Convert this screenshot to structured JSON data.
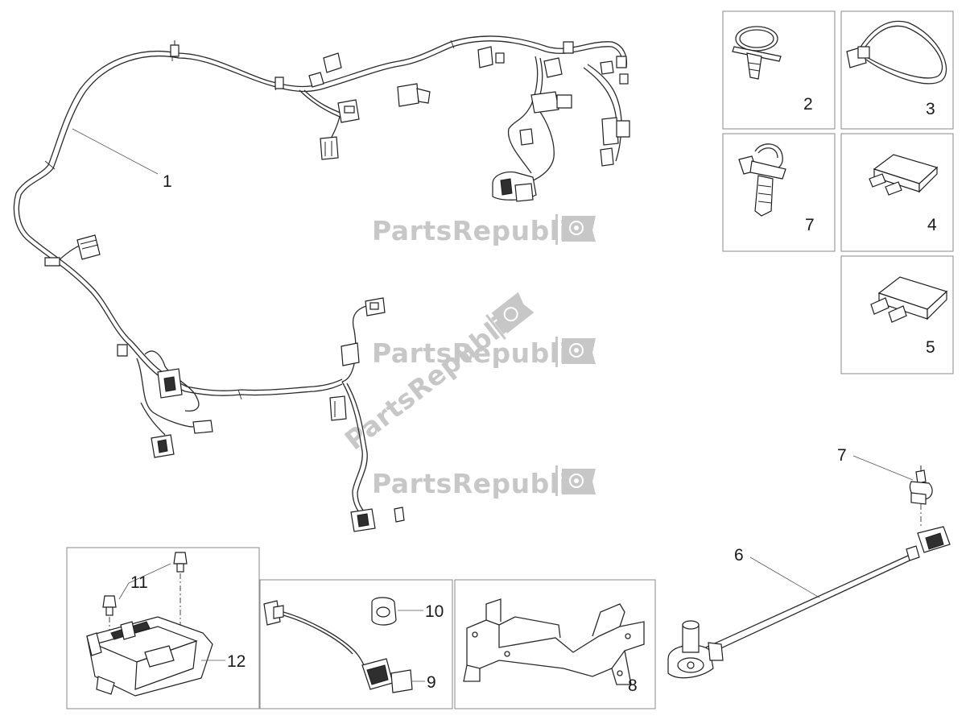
{
  "watermark": {
    "text": "PartsRepublik",
    "diagonal_text": "PartsRepublik"
  },
  "callouts": {
    "harness": "1",
    "clamp_tie": "2",
    "cable_tie": "3",
    "fuse_small": "4",
    "fuse_large": "5",
    "speed_sensor": "6",
    "clip_panel": "7",
    "clip_sensor": "7",
    "bracket": "8",
    "lambda_sensor": "9",
    "grommet": "10",
    "screw": "11",
    "ecu": "12"
  },
  "colors": {
    "line": "#2a2a2a",
    "frame": "#8a8a8a",
    "watermark": "#c7c7c7"
  }
}
